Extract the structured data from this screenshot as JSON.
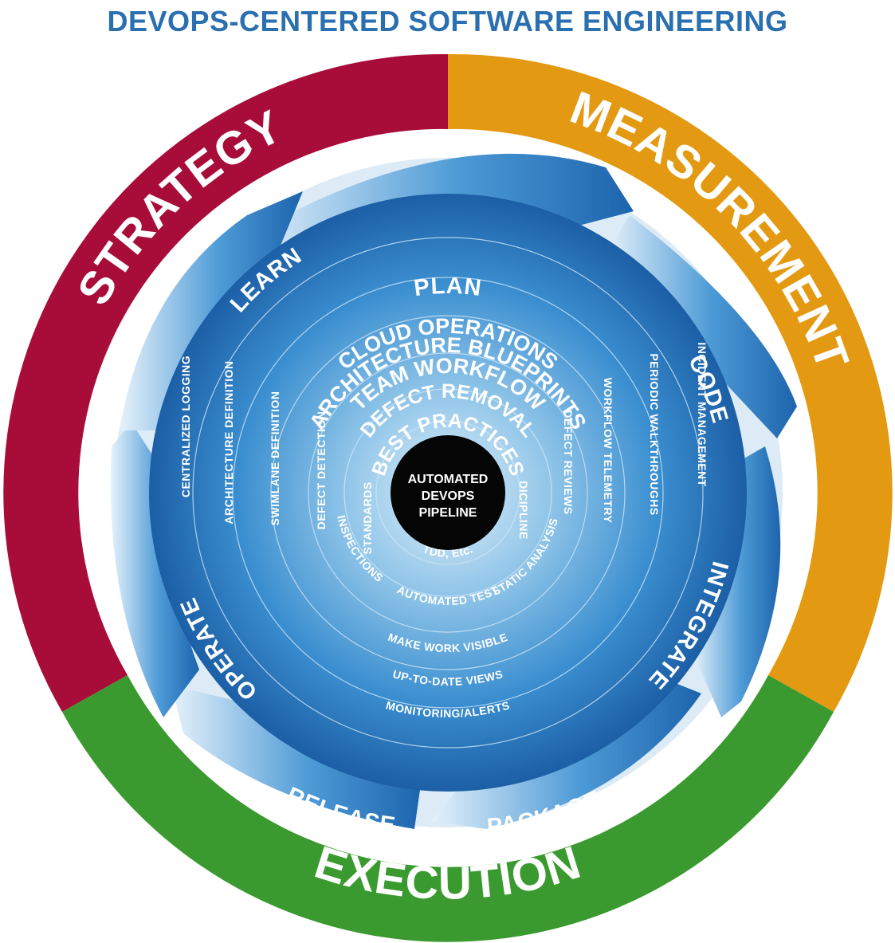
{
  "title": "DEVOPS-CENTERED SOFTWARE ENGINEERING",
  "colors": {
    "strategy": "#a80d3a",
    "measurement": "#e39a12",
    "execution": "#3a9a2f",
    "title": "#2a6fb0",
    "arrow": "#1f6fb5",
    "hub": "#050505"
  },
  "segments": {
    "strategy": "STRATEGY",
    "measurement": "MEASUREMENT",
    "execution": "EXECUTION"
  },
  "phases": {
    "plan": "PLAN",
    "code": "CODE",
    "integrate": "INTEGRATE",
    "package": "PACKAGE",
    "release": "RELEASE",
    "operate": "OPERATE",
    "learn": "LEARN"
  },
  "rings": {
    "cloud_operations": "CLOUD OPERATIONS",
    "architecture_blueprints": "ARCHITECTURE BLUEPRINTS",
    "team_workflow": "TEAM WORKFLOW",
    "defect_removal": "DEFECT REMOVAL",
    "best_practices": "BEST PRACTICES"
  },
  "labels": {
    "centralized_logging": "CENTRALIZED LOGGING",
    "architecture_definition": "ARCHITECTURE DEFINITION",
    "swimlane_definition": "SWIMLANE DEFINITION",
    "defect_detection": "DEFECT DETECTION",
    "standards": "STANDARDS",
    "inspections": "INSPECTIONS",
    "tdd": "TDD, Etc.",
    "automated_test": "AUTOMATED TEST",
    "static_analysis": "STATIC ANALYSIS",
    "dicipline": "DICIPLINE",
    "defect_reviews": "DEFECT REVIEWS",
    "workflow_telemetry": "WORKFLOW TELEMETRY",
    "periodic_walkthroughs": "PERIODIC WALKTHROUGHS",
    "incident_management": "INCIDENT MANAGEMENT",
    "make_work_visible": "MAKE WORK VISIBLE",
    "up_to_date_views": "UP-TO-DATE VIEWS",
    "monitoring_alerts": "MONITORING/ALERTS"
  },
  "hub": {
    "line1": "AUTOMATED",
    "line2": "DEVOPS",
    "line3": "PIPELINE"
  }
}
